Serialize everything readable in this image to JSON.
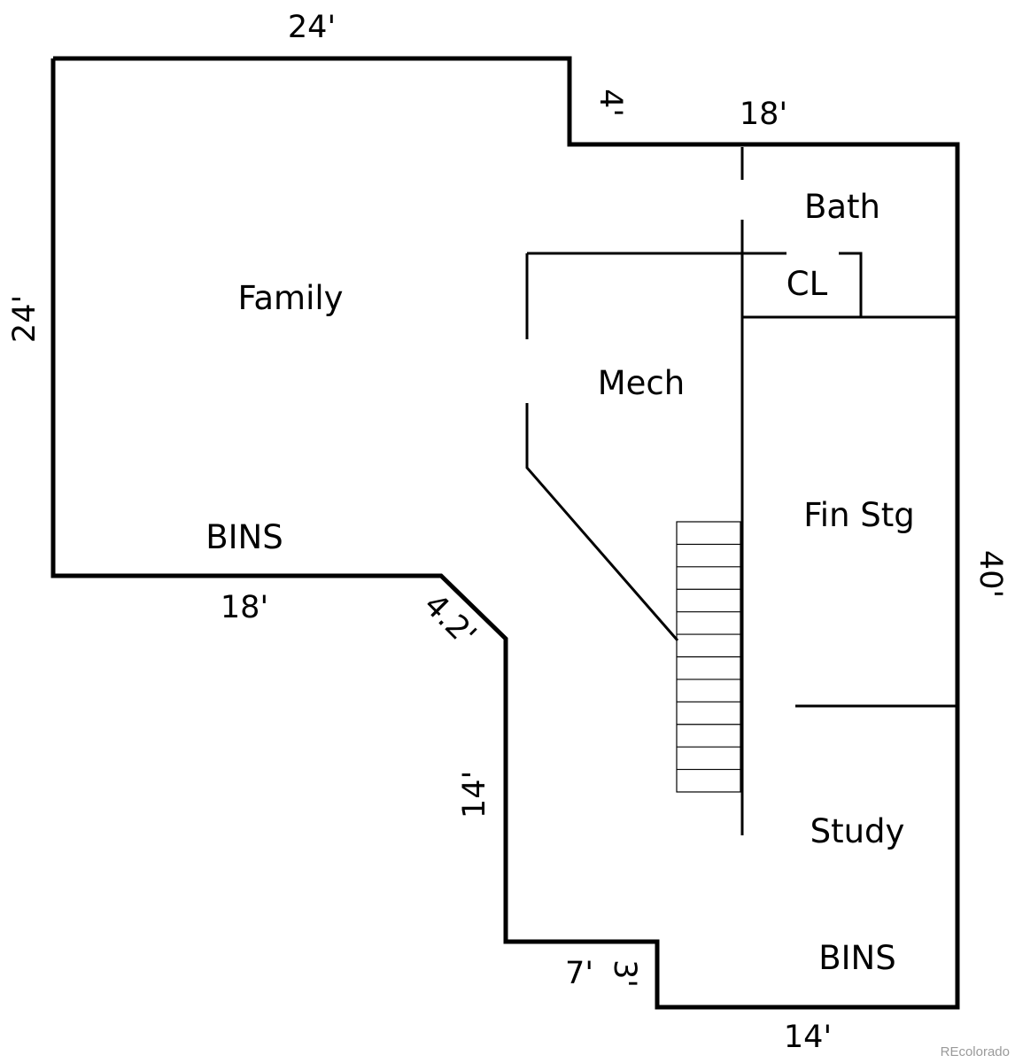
{
  "rooms": {
    "family": "Family",
    "bath": "Bath",
    "cl": "CL",
    "mech": "Mech",
    "fin_stg": "Fin Stg",
    "study": "Study",
    "bins_left": "BINS",
    "bins_right": "BINS"
  },
  "dimensions": {
    "top_24": "24'",
    "step_4": "4'",
    "top_18": "18'",
    "left_24": "24'",
    "right_40": "40'",
    "bottom_18": "18'",
    "diag_4_2": "4.2'",
    "side_14": "14'",
    "bottom_7": "7'",
    "step_3": "3'",
    "bottom_14": "14'"
  },
  "watermark": "REcolorado",
  "colors": {
    "line": "#000000",
    "background": "#ffffff",
    "watermark": "#9a9a9a"
  }
}
